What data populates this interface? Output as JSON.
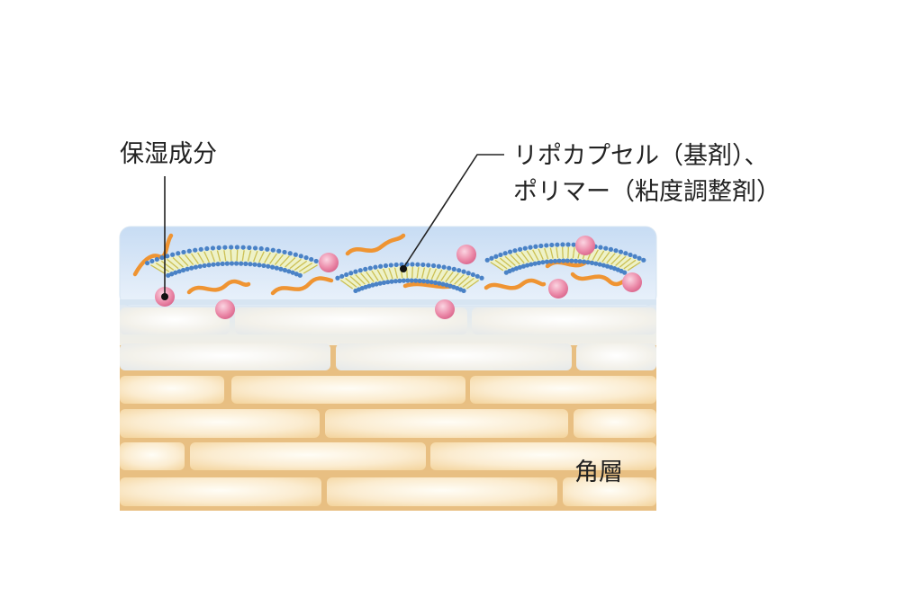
{
  "labels": {
    "moisturizer": "保湿成分",
    "liposome_line1": "リポカプセル（基剤）、",
    "liposome_line2": "ポリマー（粘度調整剤）",
    "stratum_corneum": "角層"
  },
  "colors": {
    "film_top": "#ccdff5",
    "film_bottom": "#e7f0fa",
    "cell_light": "#fdf7ec",
    "cell_warm": "#f6dca8",
    "mortar": "#e6b979",
    "lipid_head": "#4a82c6",
    "lipid_tail": "#d8cf6a",
    "polymer": "#ef9432",
    "moisturizer_dot": "#e47a9c"
  },
  "icons": {
    "moisturizer": "pink-sphere-icon",
    "liposome": "lipid-bilayer-arc-icon",
    "polymer": "wavy-strand-icon"
  }
}
